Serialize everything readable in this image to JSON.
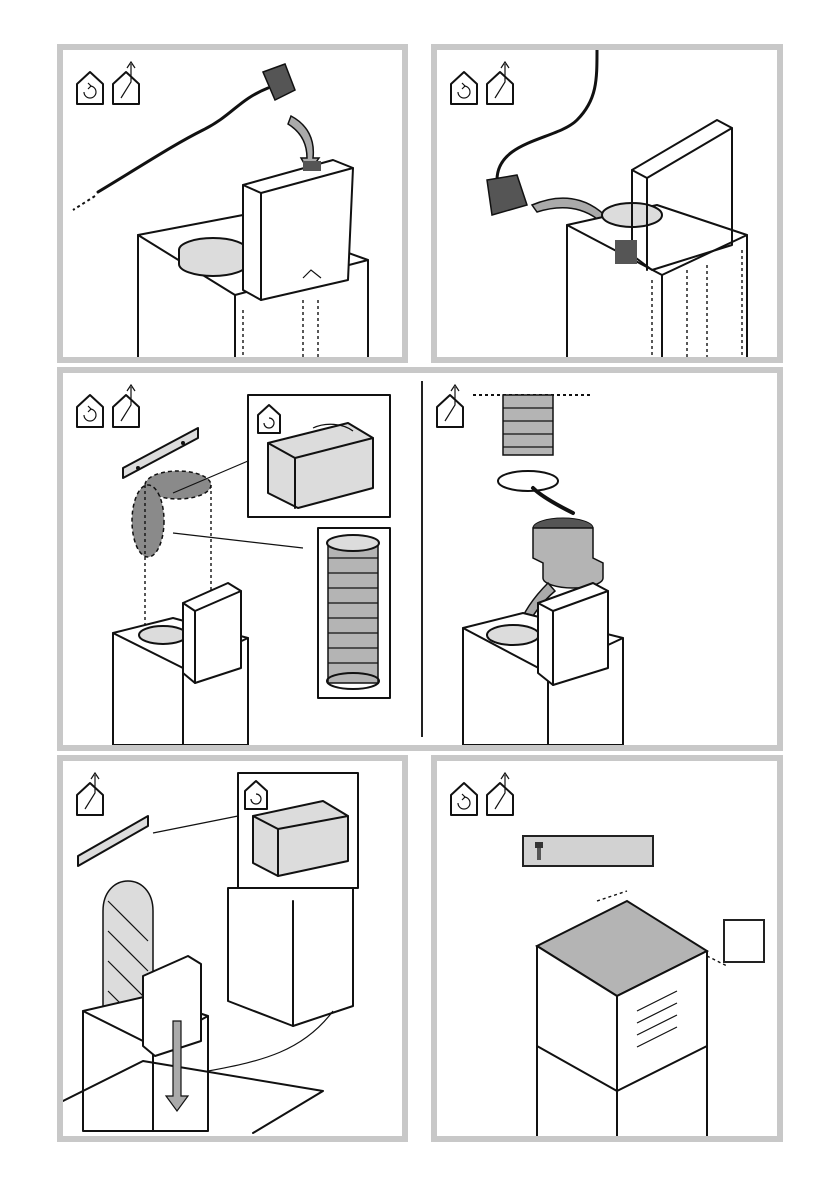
{
  "figure": {
    "panels": [
      {
        "id": "step-1",
        "icons": [
          "recirculation-mode-icon",
          "extraction-mode-icon"
        ]
      },
      {
        "id": "step-2",
        "icons": [
          "recirculation-mode-icon",
          "extraction-mode-icon"
        ]
      },
      {
        "id": "step-3a",
        "icons": [
          "recirculation-mode-icon",
          "extraction-mode-icon"
        ],
        "insets": [
          "recirculation-box-inset-icon",
          "duct-hose-inset"
        ]
      },
      {
        "id": "step-3b",
        "icons": [
          "extraction-mode-icon"
        ]
      },
      {
        "id": "step-4",
        "icons": [
          "extraction-mode-icon"
        ],
        "insets": [
          "recirculation-box-inset-icon"
        ]
      },
      {
        "id": "step-5",
        "icons": [
          "recirculation-mode-icon",
          "extraction-mode-icon"
        ],
        "parts": [
          "screw-icon"
        ]
      }
    ],
    "colors": {
      "frame": "#c8c8c8",
      "line": "#111111",
      "shade": "#8a8a8a",
      "highlight": "#b4b4b4"
    }
  }
}
